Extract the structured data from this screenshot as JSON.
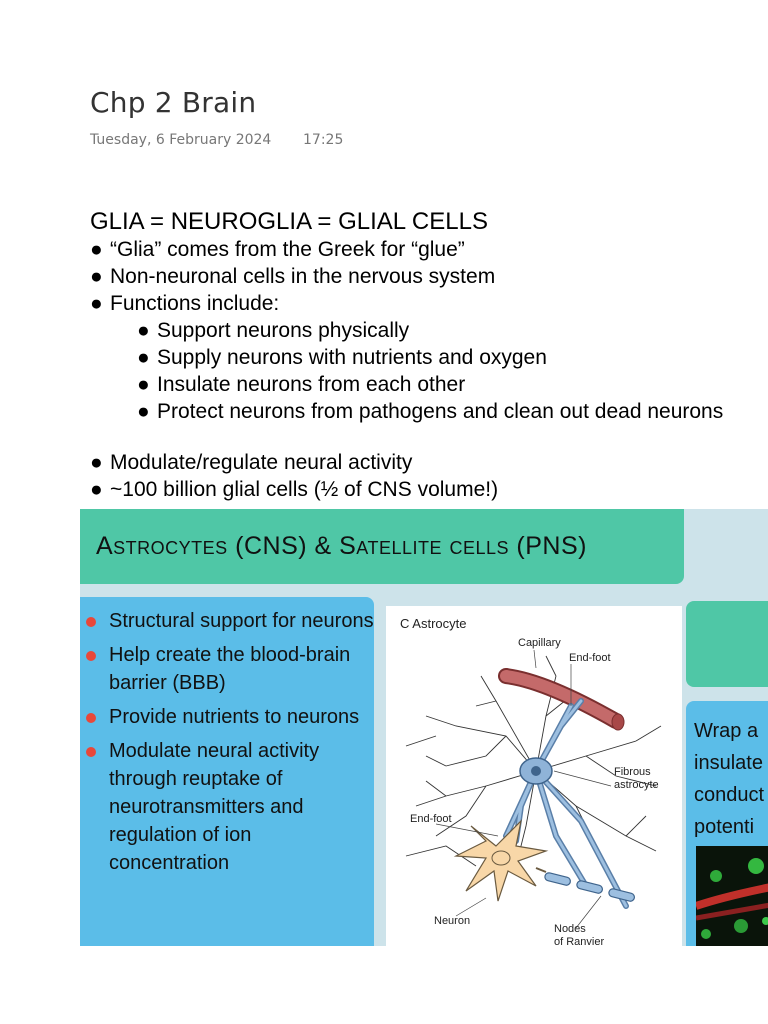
{
  "page": {
    "title": "Chp 2 Brain",
    "date": "Tuesday, 6 February 2024",
    "time": "17:25"
  },
  "notes": {
    "heading": "GLIA = NEUROGLIA = GLIAL CELLS",
    "bullet": "●",
    "items": [
      "“Glia” comes from the Greek for “glue”",
      "Non-neuronal cells in the nervous system",
      "Functions include:"
    ],
    "functions": [
      "Support neurons physically",
      "Supply neurons with nutrients and oxygen",
      "Insulate neurons from each other",
      "Protect neurons from pathogens and clean out dead neurons"
    ],
    "more_items": [
      "Modulate/regulate neural activity",
      "~100 billion glial cells (½ of CNS volume!)"
    ]
  },
  "slide": {
    "title": "Astrocytes (CNS) & Satellite cells (PNS)",
    "points": [
      "Structural support for neurons",
      "Help create the blood-brain barrier (BBB)",
      "Provide nutrients to neurons",
      "Modulate neural activity through reuptake of neurotransmitters and regulation of ion concentration"
    ],
    "figure": {
      "panel_label": "C  Astrocyte",
      "labels": {
        "capillary": "Capillary",
        "end_foot_top": "End-foot",
        "fibrous1": "Fibrous",
        "fibrous2": "astrocyte",
        "end_foot_left": "End-foot",
        "neuron": "Neuron",
        "nodes1": "Nodes",
        "nodes2": "of Ranvier"
      }
    },
    "right_partial_lines": [
      "Wrap a",
      "insulate",
      "conduct",
      "potenti"
    ]
  },
  "colors": {
    "header_green": "#4fc7a6",
    "panel_blue": "#5bbde8",
    "bullet_red": "#e8483a",
    "capillary": "#b85a5a",
    "neuron": "#f8d7a8",
    "astrocyte": "#7fa6cc"
  }
}
